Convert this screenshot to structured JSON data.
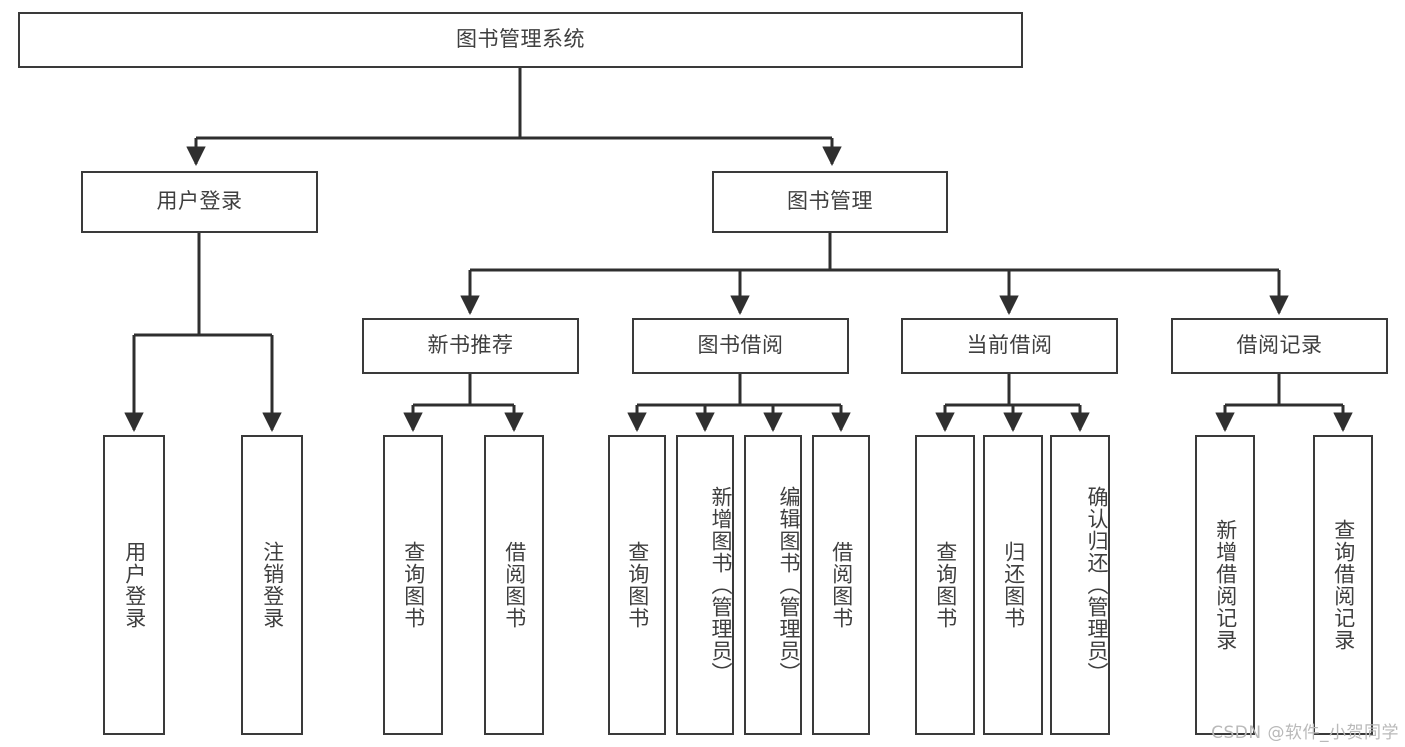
{
  "diagram": {
    "title": "图书管理系统",
    "root": {
      "label": "图书管理系统"
    },
    "level1": [
      {
        "label": "用户登录"
      },
      {
        "label": "图书管理"
      }
    ],
    "level2": [
      {
        "label": "新书推荐"
      },
      {
        "label": "图书借阅"
      },
      {
        "label": "当前借阅"
      },
      {
        "label": "借阅记录"
      }
    ],
    "leaves": {
      "user_login": [
        {
          "label": "用户登录"
        },
        {
          "label": "注销登录"
        }
      ],
      "new_book_recommend": [
        {
          "label": "查询图书"
        },
        {
          "label": "借阅图书"
        }
      ],
      "book_borrow": [
        {
          "label": "查询图书"
        },
        {
          "label": "新增图书（管理员）"
        },
        {
          "label": "编辑图书（管理员）"
        },
        {
          "label": "借阅图书"
        }
      ],
      "current_borrow": [
        {
          "label": "查询图书"
        },
        {
          "label": "归还图书"
        },
        {
          "label": "确认归还（管理员）"
        }
      ],
      "borrow_record": [
        {
          "label": "新增借阅记录"
        },
        {
          "label": "查询借阅记录"
        }
      ]
    }
  },
  "watermark": {
    "text": "CSDN @软件_小贺同学"
  },
  "colors": {
    "box_border": "#3a3a3a",
    "text": "#3f3f3f",
    "connector": "#2f2f2f",
    "background": "#ffffff",
    "watermark": "#b9b9b9"
  }
}
